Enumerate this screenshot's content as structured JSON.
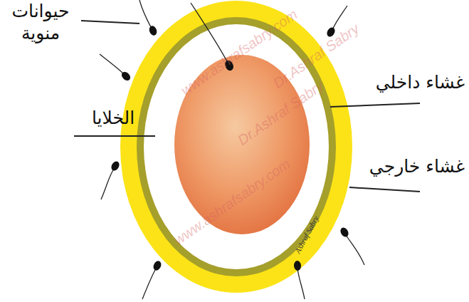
{
  "diagram": {
    "labels": [
      "حيوانات منوية",
      "الخلايا",
      "غشاء داخلي",
      "غشاء خارجي",
      "www.ashrafsabry.com",
      "Dr.Ashraf Sabry",
      "www.ashrafsabry.com",
      "Dr.Ashraf Sabry",
      "Ashraf Sabry"
    ]
  }
}
